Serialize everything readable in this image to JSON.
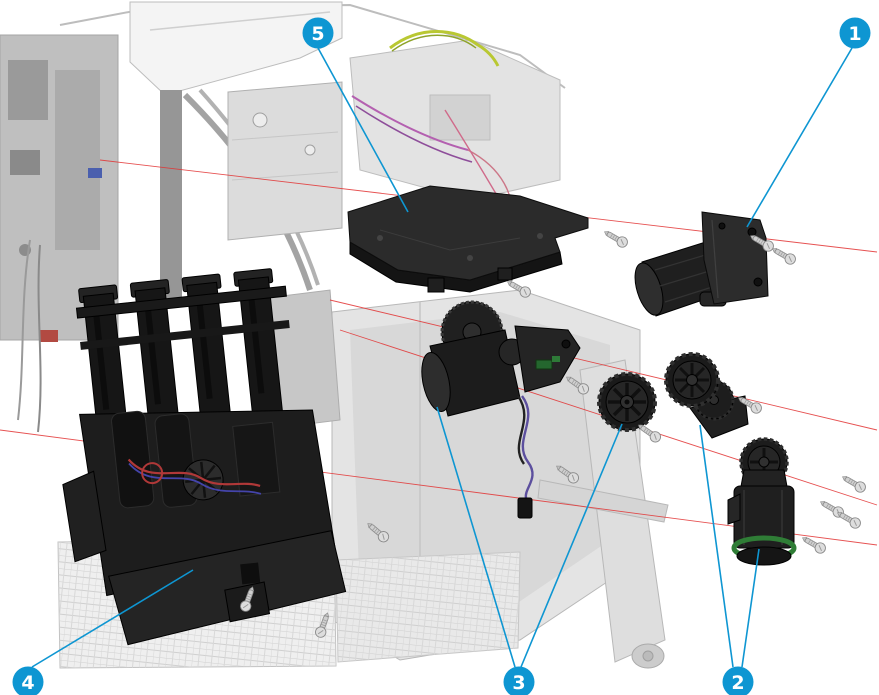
{
  "diagram": {
    "type": "exploded-view-illustration",
    "callouts": [
      {
        "label": "5"
      },
      {
        "label": "1"
      },
      {
        "label": "4"
      },
      {
        "label": "3"
      },
      {
        "label": "2"
      }
    ]
  },
  "colors": {
    "callout_blue": "#0e96d2",
    "alignment_red": "#e23333",
    "background": "#ffffff"
  }
}
